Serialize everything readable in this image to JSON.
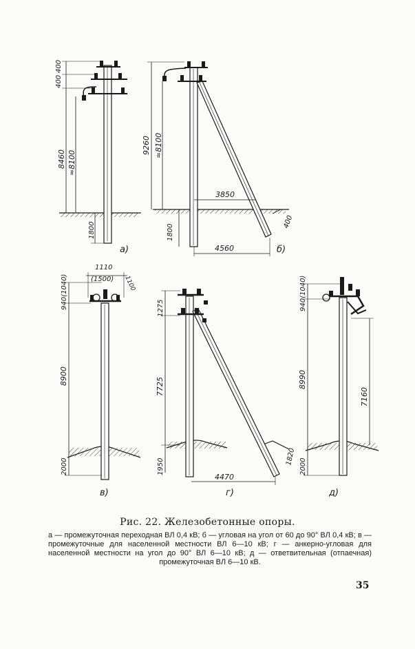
{
  "diagrams": {
    "a": {
      "label": "а)",
      "dims": [
        "400",
        "400",
        "8460",
        "≈8100",
        "1800"
      ]
    },
    "b": {
      "label": "б)",
      "dims": [
        "9260",
        "≈8100",
        "3850",
        "4560",
        "1800",
        "400"
      ]
    },
    "v": {
      "label": "в)",
      "dims": [
        "940(1040)",
        "1110",
        "(1500)",
        "1100",
        "8900",
        "2000"
      ]
    },
    "g": {
      "label": "г)",
      "dims": [
        "1275",
        "7725",
        "1950",
        "4470",
        "1820"
      ]
    },
    "d": {
      "label": "д)",
      "dims": [
        "940(1040)",
        "8990",
        "7160",
        "2000"
      ]
    }
  },
  "caption": {
    "title": "Рис. 22. Железобетонные опоры.",
    "body": "а — промежуточная переходная ВЛ 0,4 кВ; б — угловая на угол от 60 до 90° ВЛ 0,4 кВ; в — промежуточные для населенной местности ВЛ 6—10 кВ; г — анкерно-угловая для населенной местности на угол до 90° ВЛ 6—10 кВ; д — ответвительная (отпаечная) промежуточная ВЛ 6—10 кВ."
  },
  "page_number": "35"
}
